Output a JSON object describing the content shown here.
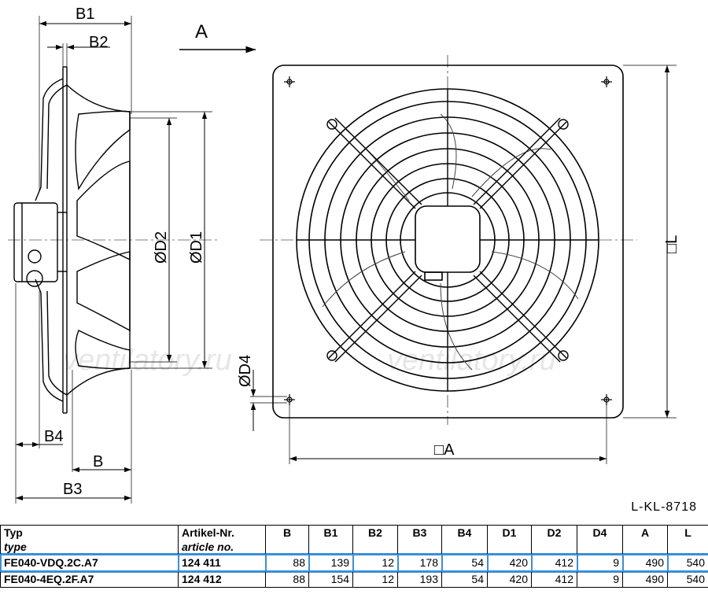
{
  "labels": {
    "view_arrow": "A",
    "b1": "B1",
    "b2": "B2",
    "b3": "B3",
    "b4": "B4",
    "b": "B",
    "d1": "ØD1",
    "d2": "ØD2",
    "d4": "ØD4",
    "l": "□L",
    "a": "□A",
    "watermark_left": "ventilatory.ru",
    "watermark_right": "ventilatory.ru",
    "drawing_ref": "L-KL-8718"
  },
  "table": {
    "headers": [
      {
        "main": "Typ",
        "sub": "type"
      },
      {
        "main": "Artikel-Nr.",
        "sub": "article no."
      },
      {
        "main": "B"
      },
      {
        "main": "B1"
      },
      {
        "main": "B2"
      },
      {
        "main": "B3"
      },
      {
        "main": "B4"
      },
      {
        "main": "D1"
      },
      {
        "main": "D2"
      },
      {
        "main": "D4"
      },
      {
        "main": "A"
      },
      {
        "main": "L"
      }
    ],
    "rows": [
      [
        "FE040-VDQ.2C.A7",
        "124 411",
        "88",
        "139",
        "12",
        "178",
        "54",
        "420",
        "412",
        "9",
        "490",
        "540"
      ],
      [
        "FE040-4EQ.2F.A7",
        "124 412",
        "88",
        "154",
        "12",
        "193",
        "54",
        "420",
        "412",
        "9",
        "490",
        "540"
      ]
    ],
    "selected_row": 0
  }
}
